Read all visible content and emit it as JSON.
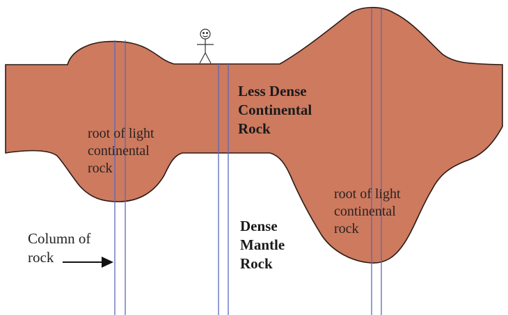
{
  "diagram": {
    "colors": {
      "crust": "#cd7a5f",
      "crust_stroke": "#2b1a14",
      "column_line": "#5a68b8",
      "arrow": "#111111"
    },
    "labels": {
      "left_root": [
        "root of light",
        "continental",
        "rock"
      ],
      "right_root": [
        "root of light",
        "continental",
        "rock"
      ],
      "crust": [
        "Less Dense",
        "Continental",
        "Rock"
      ],
      "mantle": [
        "Dense",
        "Mantle",
        "Rock"
      ],
      "column": [
        "Column of",
        "rock"
      ]
    },
    "icons": {
      "figure": "stick-figure-icon",
      "arrow": "right-arrow-icon"
    }
  }
}
